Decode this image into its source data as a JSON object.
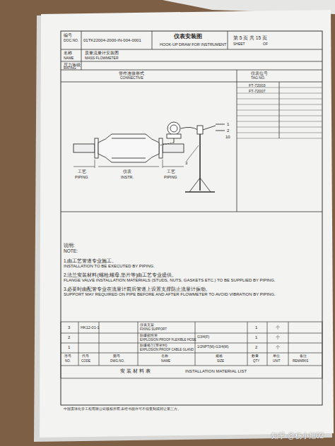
{
  "diagram": {
    "title": "仪表安装图",
    "labels": [
      "编号",
      "DOC.NO.",
      "01TK22004-2000-IN-004-0001",
      "HOOK-UP DRAW FOR INSTRUMENT",
      "第 5 页 共 15 页",
      "SHEET",
      "OF",
      "名称",
      "NAME",
      "质量流量计安装图",
      "MASS FLOWMETER",
      "压力等级",
      "RATING",
      "管件连接形式",
      "CONNECTIVE",
      "仪表位号",
      "TAG NO.",
      "FT-72003",
      "FT-72007",
      "1",
      "2",
      "10",
      "3",
      "工艺",
      "PIPING",
      "仪表",
      "INSTR.",
      "工艺",
      "PIPING",
      "说明:",
      "NOTE:",
      "1.由工艺管道专业施工。",
      "INSTALLATION TO BE EXECUTED BY PIPING.",
      "2.法兰安装材料(螺栓,螺母,垫片等)由工艺专业提供。",
      "FLANGE VALVE INSTALLATION MATERIALS (STUDS, NUTS, GASKETS ETC.) TO BE SUPPLIED BY PIPING.",
      "3.必要时由配管专业在流量计前后管道上设置支撑防止流量计振动。",
      "SUPPORT MAY REQUIRED ON PIPE BEFORE AND AFTER FLOWMETER TO AVOID VIBRATION BY PIPING.",
      "3",
      "HK12-01-1",
      "仪表支架",
      "FIXING SUPPORT",
      "1",
      "个",
      "2",
      "防爆挠性管",
      "EXPLOSION PROOF FLEXIBLE HOSE",
      "G3/4(F)",
      "1",
      "个",
      "1",
      "防爆格兰(带密封)",
      "EXPLOSION PROOF CABLE GLAND",
      "1/2NPT(M)-G3/4(M)",
      "2",
      "个",
      "序号",
      "NO.",
      "代号",
      "CODE",
      "图号",
      "DWG.NO.",
      "名称",
      "NAME",
      "规格",
      "SIZE",
      "数量",
      "QTY",
      "单位",
      "UNIT",
      "备注",
      "REMARKS",
      "安 装 材 料 表",
      "INSTALLATION MATERIAL LIST",
      "中国寰球化学工程有限公司版权所有,未经书面许可不得复制或转让第三方。",
      "知乎 @杨小旭02"
    ]
  }
}
